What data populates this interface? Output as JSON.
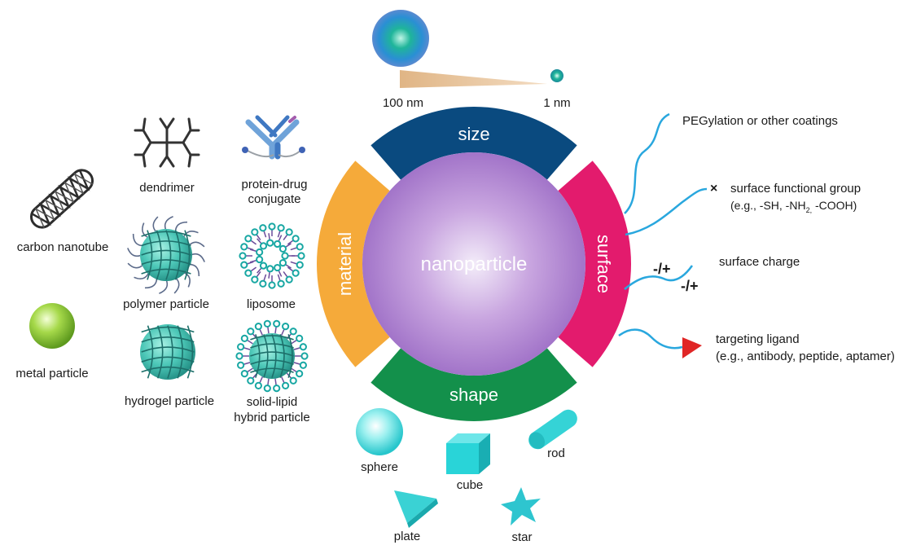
{
  "center": {
    "label": "nanoparticle"
  },
  "segments": {
    "size": {
      "label": "size",
      "color": "#0a4a7f"
    },
    "surface": {
      "label": "surface",
      "color": "#e31b6d"
    },
    "shape": {
      "label": "shape",
      "color": "#13904b"
    },
    "material": {
      "label": "material",
      "color": "#f5aa3a"
    }
  },
  "size_scale": {
    "large_label": "100 nm",
    "small_label": "1 nm"
  },
  "materials": {
    "carbon_nanotube": "carbon nanotube",
    "metal_particle": "metal particle",
    "dendrimer": "dendrimer",
    "protein_drug_line1": "protein-drug",
    "protein_drug_line2": "conjugate",
    "polymer_particle": "polymer particle",
    "liposome": "liposome",
    "hydrogel_particle": "hydrogel particle",
    "solid_lipid_line1": "solid-lipid",
    "solid_lipid_line2": "hybrid particle"
  },
  "surface_features": {
    "pegylation": "PEGylation or other coatings",
    "functional_group_line1": "surface functional group",
    "functional_group_line2_a": "(e.g., -SH, -NH",
    "functional_group_line2_sub": "2,",
    "functional_group_line2_b": " -COOH)",
    "charge": "surface charge",
    "charge_symbol_1": "-/+",
    "charge_symbol_2": "-/+",
    "ligand_line1": "targeting ligand",
    "ligand_line2": "(e.g., antibody, peptide, aptamer)"
  },
  "shapes": {
    "sphere": "sphere",
    "cube": "cube",
    "rod": "rod",
    "plate": "plate",
    "star": "star"
  },
  "icon_names": [
    "carbon-nanotube-icon",
    "metal-particle-icon",
    "dendrimer-icon",
    "antibody-icon",
    "polymer-particle-icon",
    "liposome-icon",
    "hydrogel-icon",
    "solid-lipid-hybrid-icon",
    "sphere-icon",
    "cube-icon",
    "rod-icon",
    "plate-icon",
    "star-icon"
  ]
}
